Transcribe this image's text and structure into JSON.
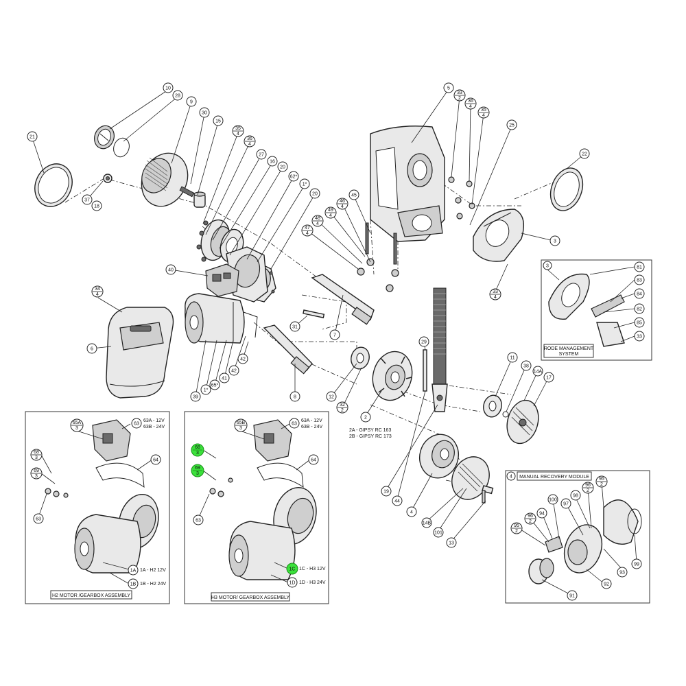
{
  "callouts_main": [
    {
      "id": "c10",
      "top": "10"
    },
    {
      "id": "c28",
      "top": "28"
    },
    {
      "id": "c9",
      "top": "9"
    },
    {
      "id": "c30",
      "top": "30"
    },
    {
      "id": "c15",
      "top": "15"
    },
    {
      "id": "c21",
      "top": "21"
    },
    {
      "id": "c37",
      "top": "37"
    },
    {
      "id": "c18",
      "top": "18"
    },
    {
      "id": "c35a",
      "top": "35",
      "bottom": "4"
    },
    {
      "id": "c36a",
      "top": "36",
      "bottom": "4"
    },
    {
      "id": "c27",
      "top": "27"
    },
    {
      "id": "c16",
      "top": "16"
    },
    {
      "id": "c20a",
      "top": "20"
    },
    {
      "id": "c62",
      "top": "62*"
    },
    {
      "id": "c1s",
      "top": "1*"
    },
    {
      "id": "c20b",
      "top": "20"
    },
    {
      "id": "c40",
      "top": "40"
    },
    {
      "id": "c34",
      "top": "34",
      "bottom": "4"
    },
    {
      "id": "c6",
      "top": "6"
    },
    {
      "id": "c39",
      "top": "39"
    },
    {
      "id": "c1b",
      "top": "1*"
    },
    {
      "id": "c65",
      "top": "65*"
    },
    {
      "id": "c41",
      "top": "41"
    },
    {
      "id": "c42a",
      "top": "42"
    },
    {
      "id": "c42b",
      "top": "42"
    },
    {
      "id": "c31",
      "top": "31"
    },
    {
      "id": "c7",
      "top": "7"
    },
    {
      "id": "c8",
      "top": "8"
    },
    {
      "id": "c12",
      "top": "12"
    },
    {
      "id": "c32",
      "top": "32",
      "bottom": "2"
    },
    {
      "id": "c2",
      "top": "2"
    },
    {
      "id": "c47",
      "top": "47",
      "bottom": "4"
    },
    {
      "id": "c48",
      "top": "48",
      "bottom": "4"
    },
    {
      "id": "c49",
      "top": "49",
      "bottom": "4"
    },
    {
      "id": "c46",
      "top": "46",
      "bottom": "4"
    },
    {
      "id": "c45",
      "top": "45"
    },
    {
      "id": "c5",
      "top": "5"
    },
    {
      "id": "c33a",
      "top": "33",
      "bottom": "2"
    },
    {
      "id": "c36b",
      "top": "36",
      "bottom": "4"
    },
    {
      "id": "c35b",
      "top": "35",
      "bottom": "4"
    },
    {
      "id": "c25",
      "top": "25"
    },
    {
      "id": "c22",
      "top": "22"
    },
    {
      "id": "c3",
      "top": "3"
    },
    {
      "id": "c33b",
      "top": "33",
      "bottom": "4"
    },
    {
      "id": "c29",
      "top": "29"
    },
    {
      "id": "c19",
      "top": "19"
    },
    {
      "id": "c44",
      "top": "44"
    },
    {
      "id": "c4",
      "top": "4"
    },
    {
      "id": "c14b",
      "top": "14B"
    },
    {
      "id": "c101",
      "top": "101"
    },
    {
      "id": "c13",
      "top": "13"
    },
    {
      "id": "c11",
      "top": "11"
    },
    {
      "id": "c38",
      "top": "38"
    },
    {
      "id": "c14a",
      "top": "14A"
    },
    {
      "id": "c17",
      "top": "17"
    }
  ],
  "gipsy_label": {
    "line1": "2A - GIPSY RC 163",
    "line2": "2B - GIPSY RC 173"
  },
  "rode_box": {
    "title_line1": "RODE MANAGEMENT",
    "title_line2": "SYSTEM",
    "callouts": [
      {
        "id": "r3",
        "top": "3"
      },
      {
        "id": "r81",
        "top": "81"
      },
      {
        "id": "r83",
        "top": "83"
      },
      {
        "id": "r84",
        "top": "84"
      },
      {
        "id": "r82",
        "top": "82"
      },
      {
        "id": "r85",
        "top": "85"
      },
      {
        "id": "r33",
        "top": "33"
      }
    ]
  },
  "h2_box": {
    "title": "H2 MOTOR /GEARBOX ASSEMBLY",
    "callouts": [
      {
        "id": "h2_65a",
        "top": "65A",
        "bottom": "3",
        "sub": "3"
      },
      {
        "id": "h2_63",
        "top": "63"
      },
      {
        "id": "h2_68",
        "top": "68",
        "bottom": "3"
      },
      {
        "id": "h2_69",
        "top": "69",
        "bottom": "3"
      },
      {
        "id": "h2_64",
        "top": "64"
      },
      {
        "id": "h2_63b",
        "top": "63"
      },
      {
        "id": "h2_1a",
        "top": "1A"
      },
      {
        "id": "h2_1b",
        "top": "1B"
      }
    ],
    "labels": {
      "l63a": "63A - 12V",
      "l63b": "63B - 24V",
      "l1a": "1A - H2 12V",
      "l1b": "1B - H2 24V"
    }
  },
  "h3_box": {
    "title": "H3 MOTOR/ GEARBOX ASSEMBLY",
    "callouts": [
      {
        "id": "h3_65b",
        "top": "65B",
        "bottom": "3"
      },
      {
        "id": "h3_63",
        "top": "63"
      },
      {
        "id": "h3_hl1",
        "top": "68",
        "bottom": "3",
        "highlight": true
      },
      {
        "id": "h3_hl2",
        "top": "69",
        "bottom": "3",
        "highlight": true
      },
      {
        "id": "h3_64",
        "top": "64"
      },
      {
        "id": "h3_63b",
        "top": "63"
      },
      {
        "id": "h3_1c",
        "top": "1C",
        "highlight": true
      },
      {
        "id": "h3_1d",
        "top": "1D"
      }
    ],
    "labels": {
      "l63a": "63A - 12V",
      "l63b": "63B - 24V",
      "l1c": "1C - H3 12V",
      "l1d": "1D - H3 24V"
    }
  },
  "recovery_box": {
    "title": "MANUAL RECOVERY MODULE",
    "callouts": [
      {
        "id": "m4",
        "top": "4"
      },
      {
        "id": "m95a",
        "top": "95",
        "bottom": "2"
      },
      {
        "id": "m96a",
        "top": "96",
        "bottom": "2"
      },
      {
        "id": "m98",
        "top": "98"
      },
      {
        "id": "m97",
        "top": "97"
      },
      {
        "id": "m100",
        "top": "100"
      },
      {
        "id": "m94",
        "top": "94"
      },
      {
        "id": "m96b",
        "top": "96",
        "bottom": "2"
      },
      {
        "id": "m95b",
        "top": "95",
        "bottom": "2"
      },
      {
        "id": "m93",
        "top": "93"
      },
      {
        "id": "m99",
        "top": "99"
      },
      {
        "id": "m92",
        "top": "92"
      },
      {
        "id": "m91",
        "top": "91"
      }
    ]
  }
}
